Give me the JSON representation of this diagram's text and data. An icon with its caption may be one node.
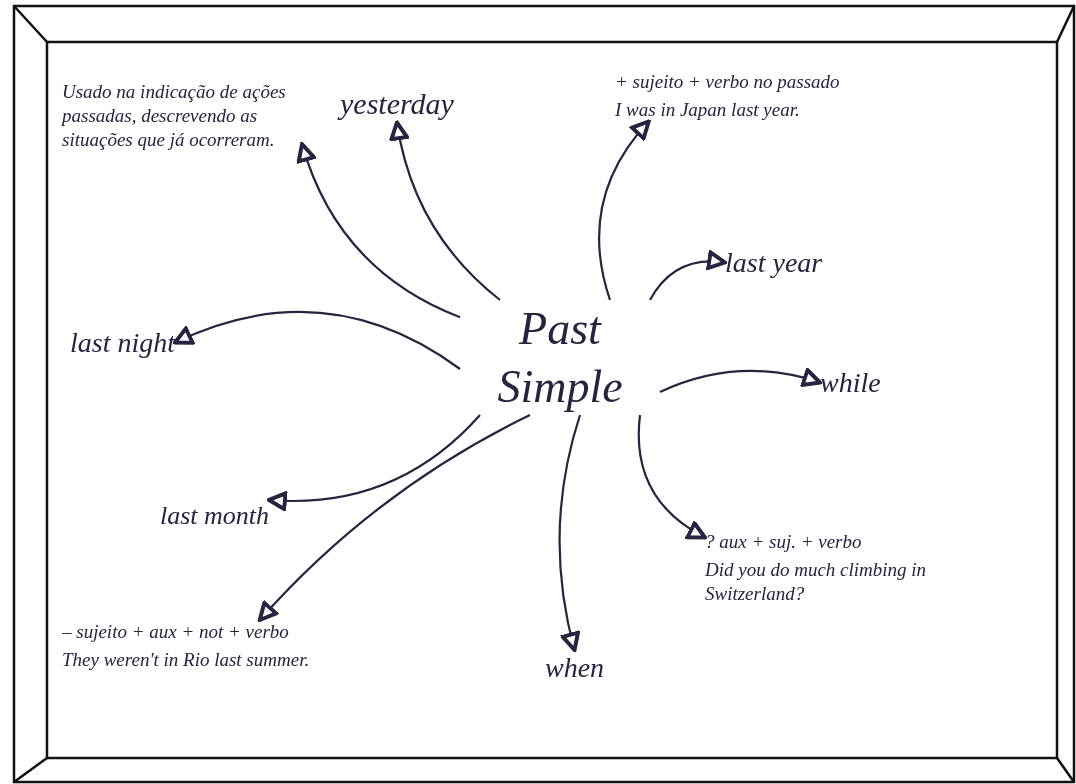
{
  "diagram": {
    "nodes": [
      {
        "text": [
          "Past Simple"
        ]
      },
      {
        "text": [
          "Usado na indicação de ações passadas, descrevendo as situações que já ocorreram."
        ]
      },
      {
        "text": [
          "yesterday"
        ]
      },
      {
        "text": [
          "+ sujeito + verbo no passado",
          "I was in Japan last year."
        ]
      },
      {
        "text": [
          "last year"
        ]
      },
      {
        "text": [
          "last night"
        ]
      },
      {
        "text": [
          "while"
        ]
      },
      {
        "text": [
          "last month"
        ]
      },
      {
        "text": [
          "– sujeito + aux + not + verbo",
          "They weren't in Rio last summer."
        ]
      },
      {
        "text": [
          "when"
        ]
      },
      {
        "text": [
          "? aux + suj. + verbo",
          "Did you do much climbing in Switzerland?"
        ]
      }
    ],
    "edges": [
      {
        "from": 0,
        "to": 1,
        "arrow": "to"
      },
      {
        "from": 0,
        "to": 2,
        "arrow": "to"
      },
      {
        "from": 0,
        "to": 3,
        "arrow": "to"
      },
      {
        "from": 0,
        "to": 4,
        "arrow": "to"
      },
      {
        "from": 0,
        "to": 5,
        "arrow": "to"
      },
      {
        "from": 0,
        "to": 6,
        "arrow": "to"
      },
      {
        "from": 0,
        "to": 7,
        "arrow": "to"
      },
      {
        "from": 0,
        "to": 8,
        "arrow": "to"
      },
      {
        "from": 0,
        "to": 9,
        "arrow": "to"
      },
      {
        "from": 0,
        "to": 10,
        "arrow": "to"
      }
    ]
  }
}
